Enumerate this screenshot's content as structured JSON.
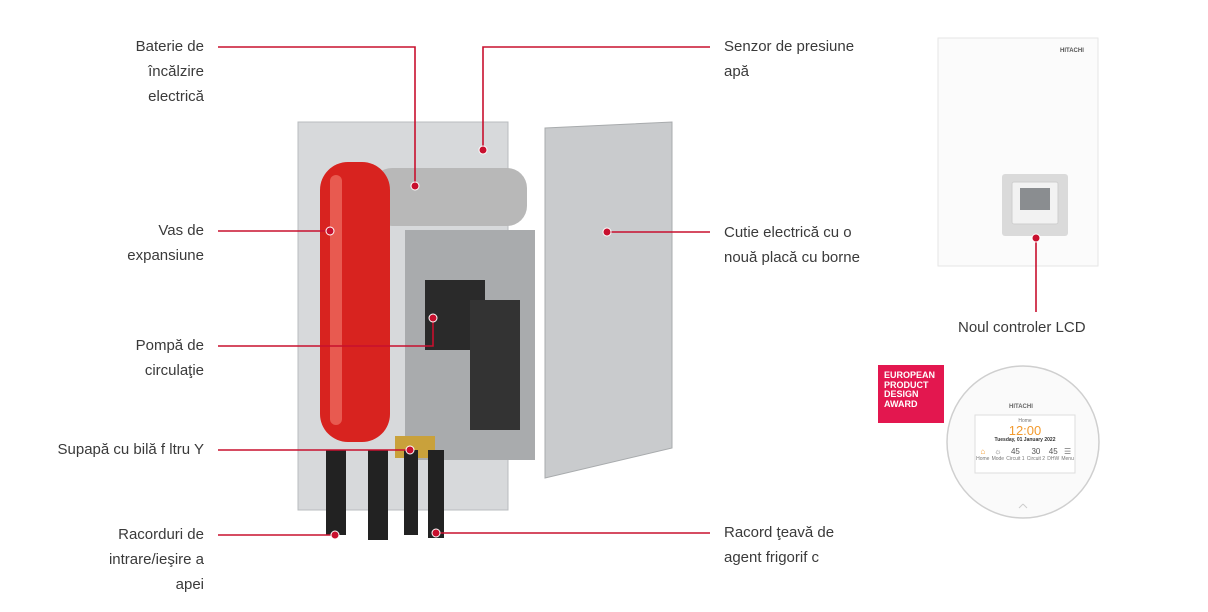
{
  "labels_left": [
    {
      "id": "baterie",
      "lines": [
        "Baterie de",
        "încălzire",
        "electrică"
      ]
    },
    {
      "id": "vas",
      "lines": [
        "Vas de",
        "expansiune"
      ]
    },
    {
      "id": "pompa",
      "lines": [
        "Pompă de",
        "circulaţie"
      ]
    },
    {
      "id": "supapa",
      "lines": [
        "Supapă cu bilă f ltru Y"
      ]
    },
    {
      "id": "racorduri",
      "lines": [
        "Racorduri de",
        "intrare/ieşire a",
        "apei"
      ]
    }
  ],
  "labels_right": [
    {
      "id": "senzor",
      "lines": [
        "Senzor de presiune",
        "apă"
      ]
    },
    {
      "id": "cutie",
      "lines": [
        "Cutie electrică cu o",
        "nouă placă cu borne"
      ]
    },
    {
      "id": "racord",
      "lines": [
        "Racord ţeavă de",
        "agent frigorif c"
      ]
    }
  ],
  "controller_label": "Noul controler LCD",
  "brand": "HITACHI",
  "award": {
    "lines": [
      "EUROPEAN",
      "PRODUCT",
      "DESIGN",
      "AWARD"
    ]
  },
  "screen": {
    "title": "Home",
    "time": "12:00",
    "date": "Tuesday, 01 January 2022",
    "tiles": [
      {
        "value": "",
        "label": "Home"
      },
      {
        "value": "",
        "label": "Mode"
      },
      {
        "value": "45",
        "label": "Circuit 1"
      },
      {
        "value": "30",
        "label": "Circuit 2"
      },
      {
        "value": "45",
        "label": "DHW"
      },
      {
        "value": "",
        "label": "Menu"
      }
    ]
  },
  "colors": {
    "accent": "#c8102e",
    "award": "#e3174f",
    "tank": "#d8231f",
    "screen_accent": "#f29a2e"
  }
}
